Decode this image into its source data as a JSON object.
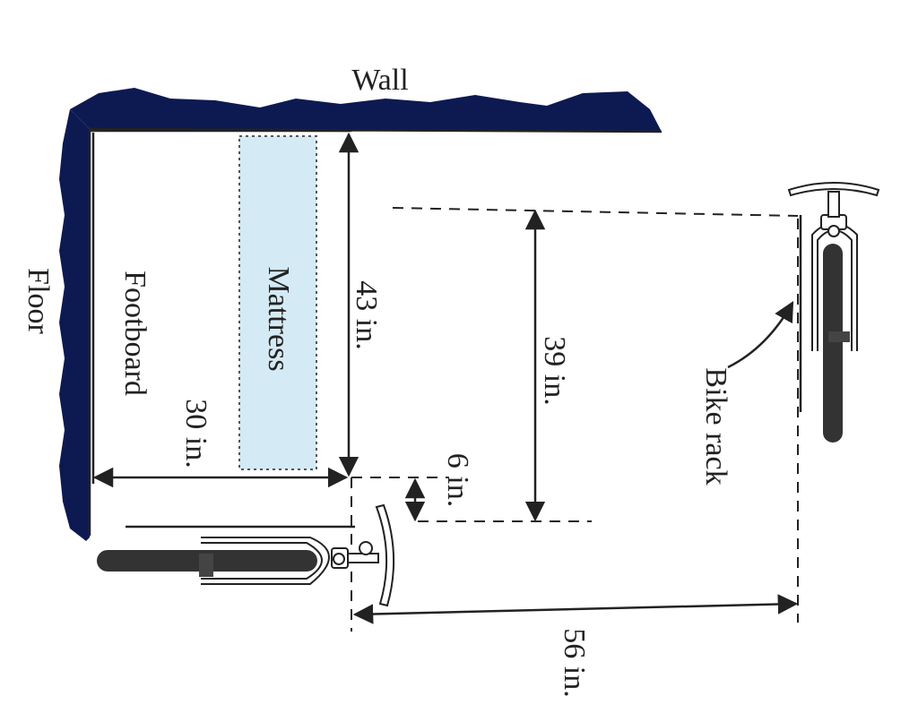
{
  "labels": {
    "wall": "Wall",
    "floor": "Floor",
    "footboard": "Footboard",
    "mattress": "Mattress",
    "bike_rack": "Bike rack"
  },
  "dimensions": {
    "d43": "43 in.",
    "d30": "30 in.",
    "d39": "39 in.",
    "d6": "6 in.",
    "d56": "56 in."
  },
  "colors": {
    "wall_fill": "#0d1a52",
    "mattress_fill": "#d4eaf4",
    "tire": "#333333"
  }
}
